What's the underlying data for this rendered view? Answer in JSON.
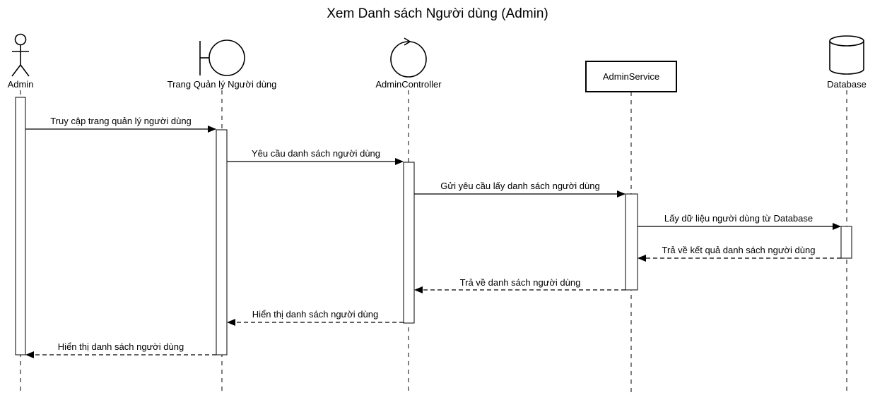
{
  "title": "Xem Danh sách Người dùng (Admin)",
  "participants": [
    {
      "id": "admin",
      "label": "Admin",
      "kind": "actor"
    },
    {
      "id": "ui",
      "label": "Trang Quản lý Người dùng",
      "kind": "boundary"
    },
    {
      "id": "ctrl",
      "label": "AdminController",
      "kind": "control"
    },
    {
      "id": "svc",
      "label": "AdminService",
      "kind": "box"
    },
    {
      "id": "db",
      "label": "Database",
      "kind": "database"
    }
  ],
  "messages": [
    {
      "from": "admin",
      "to": "ui",
      "label": "Truy cập trang quản lý người dùng",
      "style": "sync"
    },
    {
      "from": "ui",
      "to": "ctrl",
      "label": "Yêu cầu danh sách người dùng",
      "style": "sync"
    },
    {
      "from": "ctrl",
      "to": "svc",
      "label": "Gửi yêu cầu lấy danh sách người dùng",
      "style": "sync"
    },
    {
      "from": "svc",
      "to": "db",
      "label": "Lấy dữ liệu người dùng từ Database",
      "style": "sync"
    },
    {
      "from": "db",
      "to": "svc",
      "label": "Trả về kết quả danh sách người dùng",
      "style": "return"
    },
    {
      "from": "svc",
      "to": "ctrl",
      "label": "Trả về danh sách người dùng",
      "style": "return"
    },
    {
      "from": "ctrl",
      "to": "ui",
      "label": "Hiển thị danh sách người dùng",
      "style": "return"
    },
    {
      "from": "ui",
      "to": "admin",
      "label": "Hiển thị danh sách người dùng",
      "style": "return"
    }
  ]
}
